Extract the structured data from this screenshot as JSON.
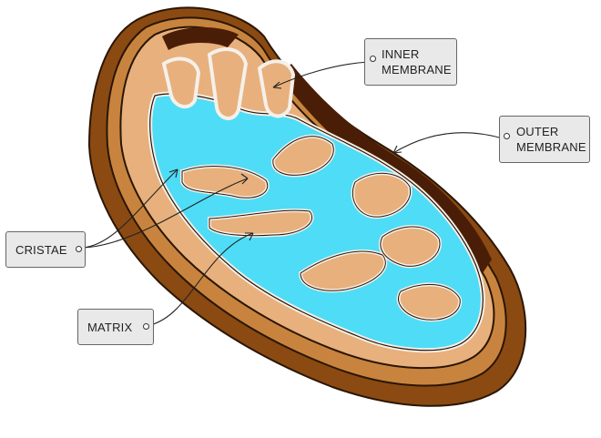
{
  "labels": {
    "inner_membrane": [
      "INNER",
      "MEMBRANE"
    ],
    "outer_membrane": [
      "OUTER",
      "MEMBRANE"
    ],
    "cristae": "CRISTAE",
    "matrix": "MATRIX"
  },
  "colors": {
    "outer_shell": "#8a4a12",
    "outer_shell_light": "#c8843e",
    "intermembrane_space": "#e8b07c",
    "dark_gap": "#4a1e06",
    "matrix_fill": "#4fdcf6",
    "membrane_edge": "#f5f0ea",
    "outline": "#2a1606"
  },
  "icons": [
    "label-pin-icon"
  ]
}
